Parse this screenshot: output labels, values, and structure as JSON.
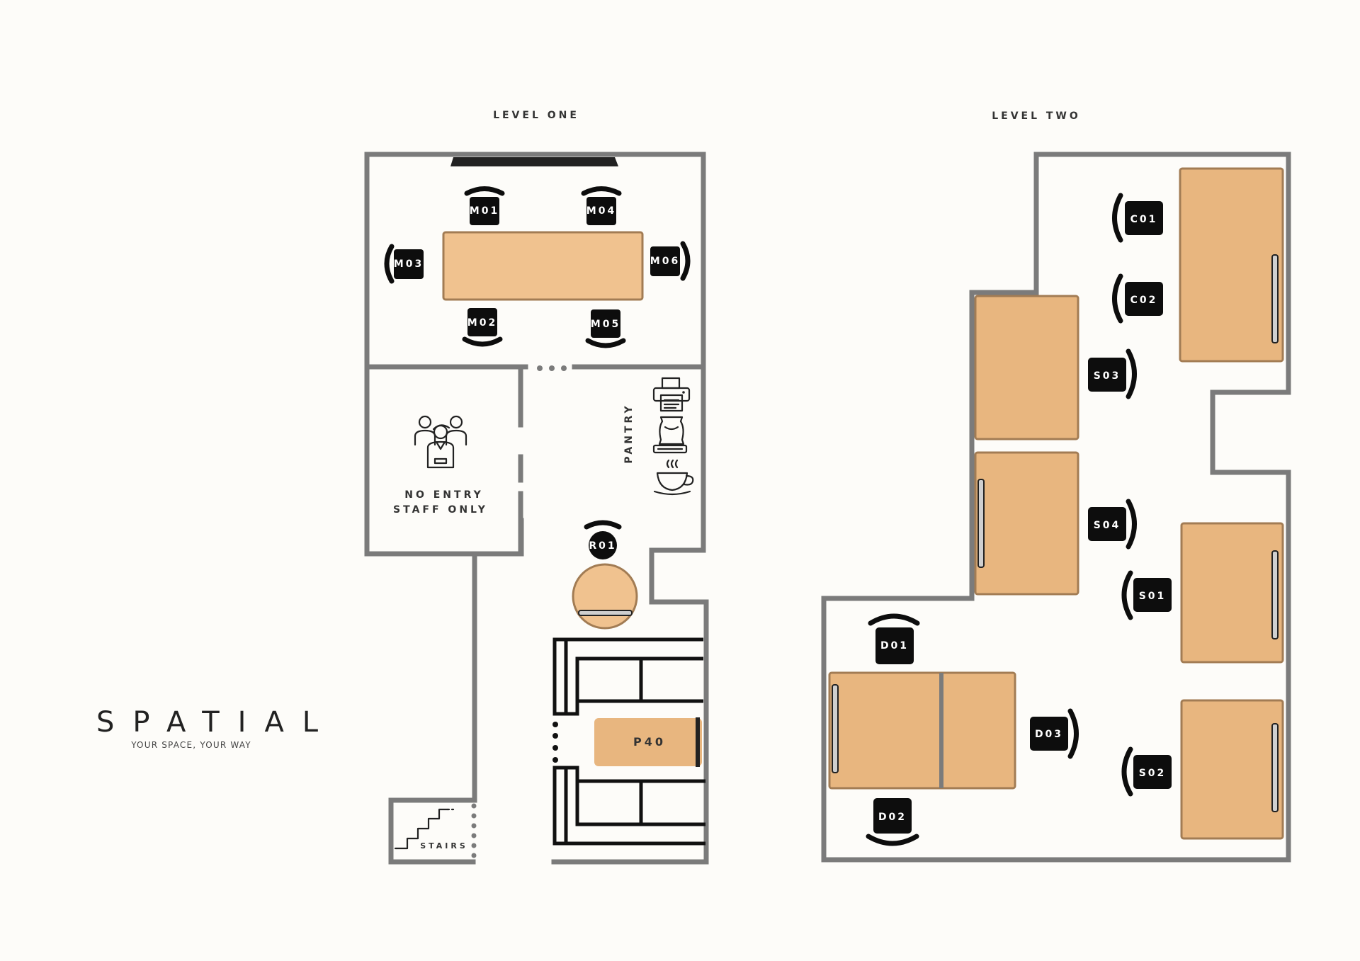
{
  "levels": {
    "one": "LEVEL ONE",
    "two": "LEVEL TWO"
  },
  "rooms": {
    "restricted_line1": "NO ENTRY",
    "restricted_line2": "STAFF ONLY",
    "pantry": "PANTRY",
    "stairs": "STAIRS"
  },
  "seats": {
    "meeting": [
      "M01",
      "M02",
      "M03",
      "M04",
      "M05",
      "M06"
    ],
    "reception": "R01",
    "lounge": "P40",
    "dedicated": [
      "D01",
      "D02",
      "D03"
    ],
    "cubicles": [
      "C01",
      "C02"
    ],
    "standing": [
      "S01",
      "S02",
      "S03",
      "S04"
    ]
  },
  "brand": {
    "name": "SPATIAL",
    "tagline": "YOUR SPACE, YOUR WAY"
  },
  "icons": [
    "printer-icon",
    "snacks-icon",
    "coffee-cup-icon",
    "staff-group-icon",
    "stairs-icon"
  ],
  "colors": {
    "wall": "#7b7b7b",
    "desk": "#e8b67f",
    "chair": "#0d0d0d",
    "background": "#fdfcf9"
  }
}
